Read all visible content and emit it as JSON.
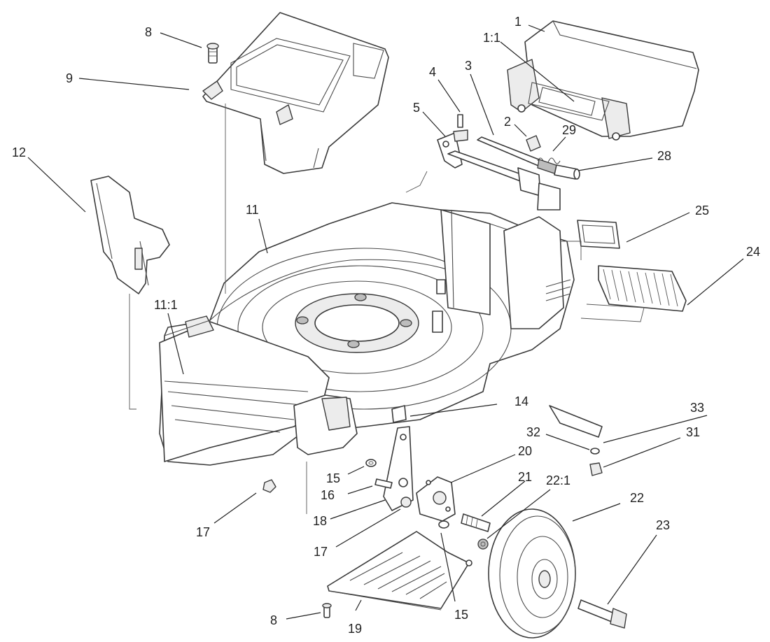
{
  "callouts": [
    {
      "key": "c1",
      "label": "1"
    },
    {
      "key": "c1_1",
      "label": "1:1"
    },
    {
      "key": "c2",
      "label": "2"
    },
    {
      "key": "c3",
      "label": "3"
    },
    {
      "key": "c4",
      "label": "4"
    },
    {
      "key": "c5",
      "label": "5"
    },
    {
      "key": "c8a",
      "label": "8"
    },
    {
      "key": "c8b",
      "label": "8"
    },
    {
      "key": "c9",
      "label": "9"
    },
    {
      "key": "c11",
      "label": "11"
    },
    {
      "key": "c11_1",
      "label": "11:1"
    },
    {
      "key": "c12",
      "label": "12"
    },
    {
      "key": "c14",
      "label": "14"
    },
    {
      "key": "c15a",
      "label": "15"
    },
    {
      "key": "c15b",
      "label": "15"
    },
    {
      "key": "c16",
      "label": "16"
    },
    {
      "key": "c17a",
      "label": "17"
    },
    {
      "key": "c17b",
      "label": "17"
    },
    {
      "key": "c18",
      "label": "18"
    },
    {
      "key": "c19",
      "label": "19"
    },
    {
      "key": "c20",
      "label": "20"
    },
    {
      "key": "c21",
      "label": "21"
    },
    {
      "key": "c22",
      "label": "22"
    },
    {
      "key": "c22_1",
      "label": "22:1"
    },
    {
      "key": "c23",
      "label": "23"
    },
    {
      "key": "c24",
      "label": "24"
    },
    {
      "key": "c25",
      "label": "25"
    },
    {
      "key": "c28",
      "label": "28"
    },
    {
      "key": "c29",
      "label": "29"
    },
    {
      "key": "c31",
      "label": "31"
    },
    {
      "key": "c32",
      "label": "32"
    },
    {
      "key": "c33",
      "label": "33"
    }
  ]
}
